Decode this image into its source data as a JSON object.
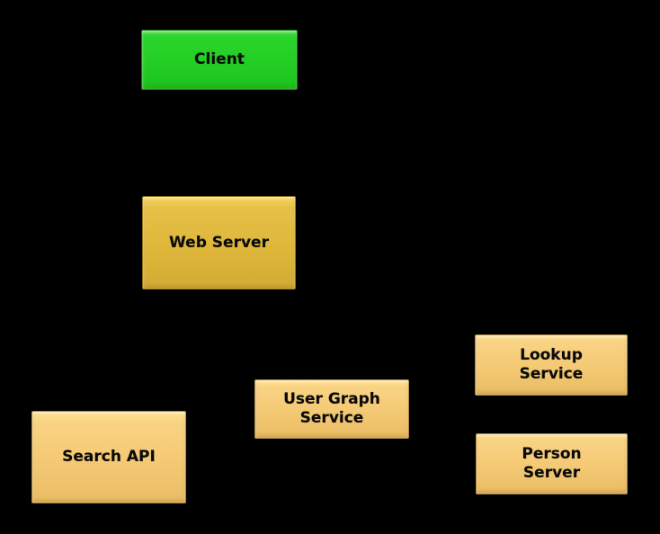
{
  "diagram": {
    "title": "service-architecture-diagram",
    "background_color": "#000000",
    "text_color": "#0a0a0a",
    "colors": {
      "client_fill": "#23ce23",
      "web_server_fill": "#deb73a",
      "service_fill": "#f4c974"
    },
    "nodes": [
      {
        "id": "client",
        "label": "Client",
        "fill": "#23ce23"
      },
      {
        "id": "web-server",
        "label": "Web Server",
        "fill": "#deb73a"
      },
      {
        "id": "search-api",
        "label": "Search API",
        "fill": "#f4c974"
      },
      {
        "id": "user-graph-service",
        "label": "User Graph\nService",
        "fill": "#f4c974"
      },
      {
        "id": "lookup-service",
        "label": "Lookup\nService",
        "fill": "#f4c974"
      },
      {
        "id": "person-server",
        "label": "Person\nServer",
        "fill": "#f4c974"
      }
    ],
    "edges": []
  }
}
